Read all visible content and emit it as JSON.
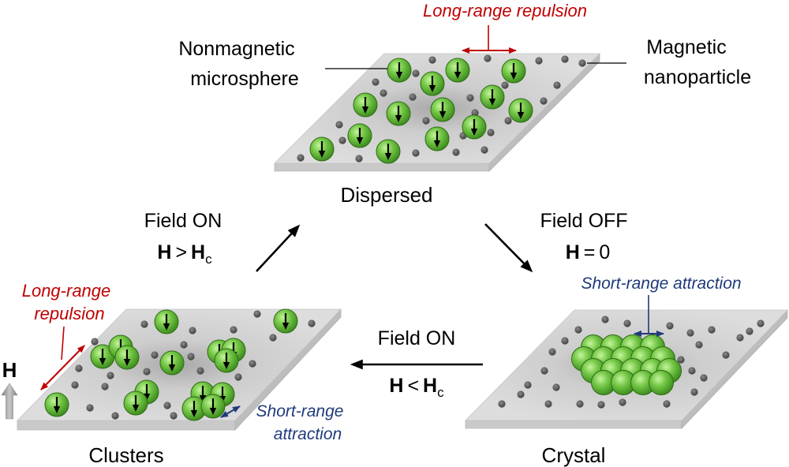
{
  "components": {
    "microsphere": {
      "line1": "Nonmagnetic",
      "line2": "microsphere"
    },
    "nanoparticle": {
      "line1": "Magnetic",
      "line2": "nanoparticle"
    }
  },
  "states": {
    "dispersed": {
      "label": "Dispersed",
      "interaction": "Long-range repulsion"
    },
    "clusters": {
      "label": "Clusters",
      "repulsion": {
        "line1": "Long-range",
        "line2": "repulsion"
      },
      "attraction": {
        "line1": "Short-range",
        "line2": "attraction"
      }
    },
    "crystal": {
      "label": "Crystal",
      "interaction": "Short-range attraction"
    }
  },
  "field_indicator": {
    "symbol": "H"
  },
  "transitions": {
    "clusters_to_dispersed": {
      "label": "Field ON",
      "symbol": "H",
      "operator": ">",
      "critical_symbol": "H",
      "critical_subscript": "c"
    },
    "dispersed_to_crystal": {
      "label": "Field OFF",
      "symbol": "H",
      "operator": "=",
      "value": "0"
    },
    "crystal_to_clusters": {
      "label": "Field ON",
      "symbol": "H",
      "operator": "<",
      "critical_symbol": "H",
      "critical_subscript": "c"
    }
  },
  "colors": {
    "repulsion": "#c00000",
    "attraction": "#1f3a7a",
    "microsphere": "#5cb531",
    "nanoparticle": "#555555",
    "substrate": "#d9d9d9",
    "field_arrow": "#a6a6a6"
  }
}
